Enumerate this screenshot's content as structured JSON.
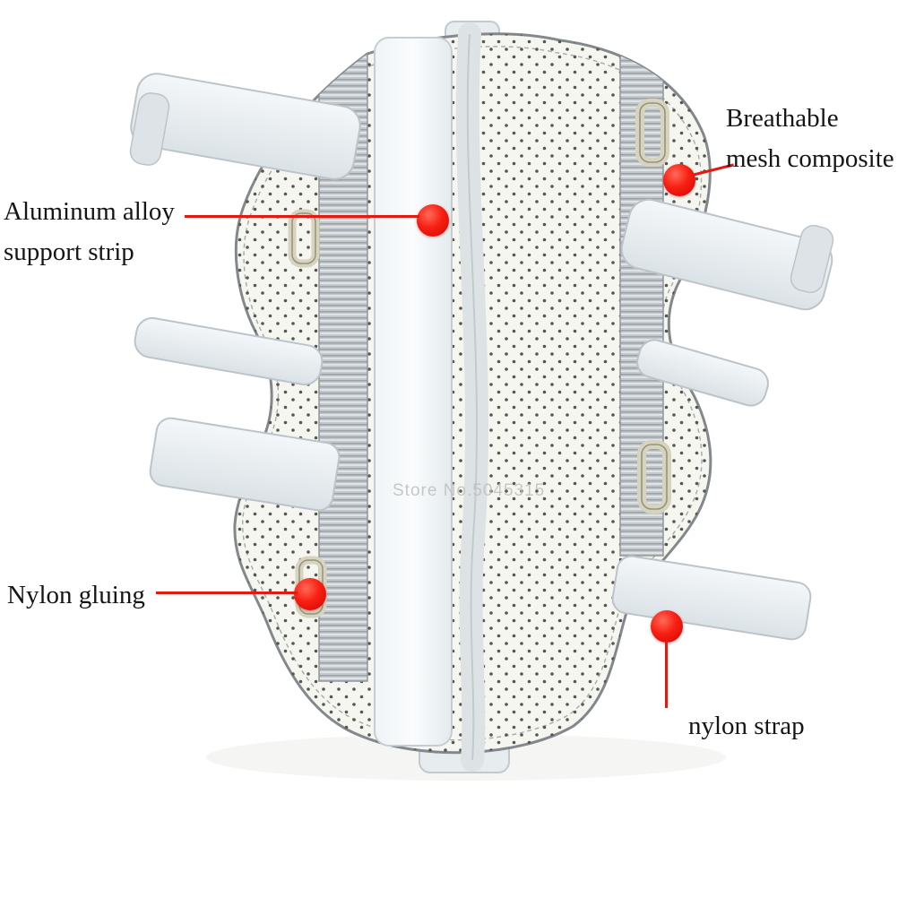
{
  "annotations": {
    "breathable": {
      "line1": "Breathable",
      "line2": "mesh composite"
    },
    "aluminum": {
      "line1": "Aluminum alloy",
      "line2": "support strip"
    },
    "nylon_gluing": {
      "label": "Nylon gluing"
    },
    "nylon_strap": {
      "label": "nylon strap"
    }
  },
  "watermark": "Store No.5045315",
  "colors": {
    "marker_red": "#ee1111",
    "callout_line_red": "#e11b12",
    "brace_body": "#f6f6f1",
    "strap_fabric": "#e9eef1",
    "mesh_dot": "#55584f"
  }
}
